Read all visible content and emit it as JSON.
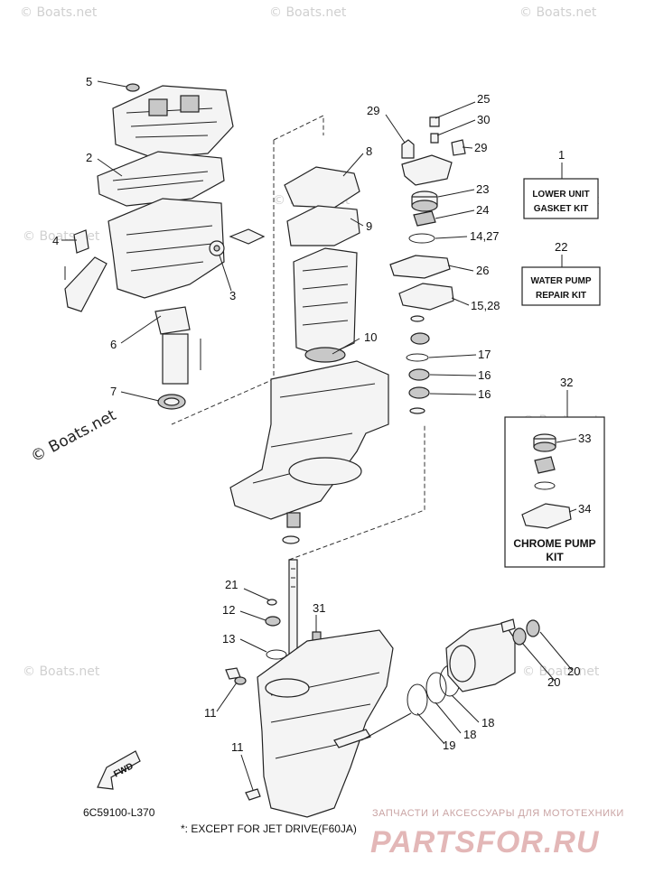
{
  "callouts": {
    "c5": "5",
    "c2": "2",
    "c4": "4",
    "c3": "3",
    "c6": "6",
    "c7": "7",
    "c8": "8",
    "c9": "9",
    "c10": "10",
    "c29a": "29",
    "c25": "25",
    "c30": "30",
    "c29b": "29",
    "c23": "23",
    "c24": "24",
    "c14_27": "14,27",
    "c26": "26",
    "c15_28": "15,28",
    "c17": "17",
    "c16a": "16",
    "c16b": "16",
    "c1": "1",
    "c22": "22",
    "c32": "32",
    "c33": "33",
    "c34": "34",
    "c21": "21",
    "c12": "12",
    "c31": "31",
    "c13": "13",
    "c11a": "11",
    "c11b": "11",
    "c18a": "18",
    "c18b": "18",
    "c19": "19",
    "c20a": "20",
    "c20b": "20"
  },
  "kits": {
    "lower_unit_gasket": [
      "LOWER UNIT",
      "GASKET KIT"
    ],
    "water_pump_repair": [
      "WATER PUMP",
      "REPAIR KIT"
    ],
    "chrome_pump": [
      "CHROME PUMP",
      "KIT"
    ]
  },
  "fwd_label": "FWD",
  "diagram_code": "6C59100-L370",
  "footnote": "*: EXCEPT FOR JET DRIVE(F60JA)",
  "watermarks": {
    "boats_net": "© Boats.net",
    "boats_net_small": "© Boats.net"
  },
  "branding": {
    "subtitle": "ЗАПЧАСТИ И АКСЕССУАРЫ ДЛЯ МОТОТЕХНИКИ",
    "logo": "PARTSFOR.RU"
  }
}
